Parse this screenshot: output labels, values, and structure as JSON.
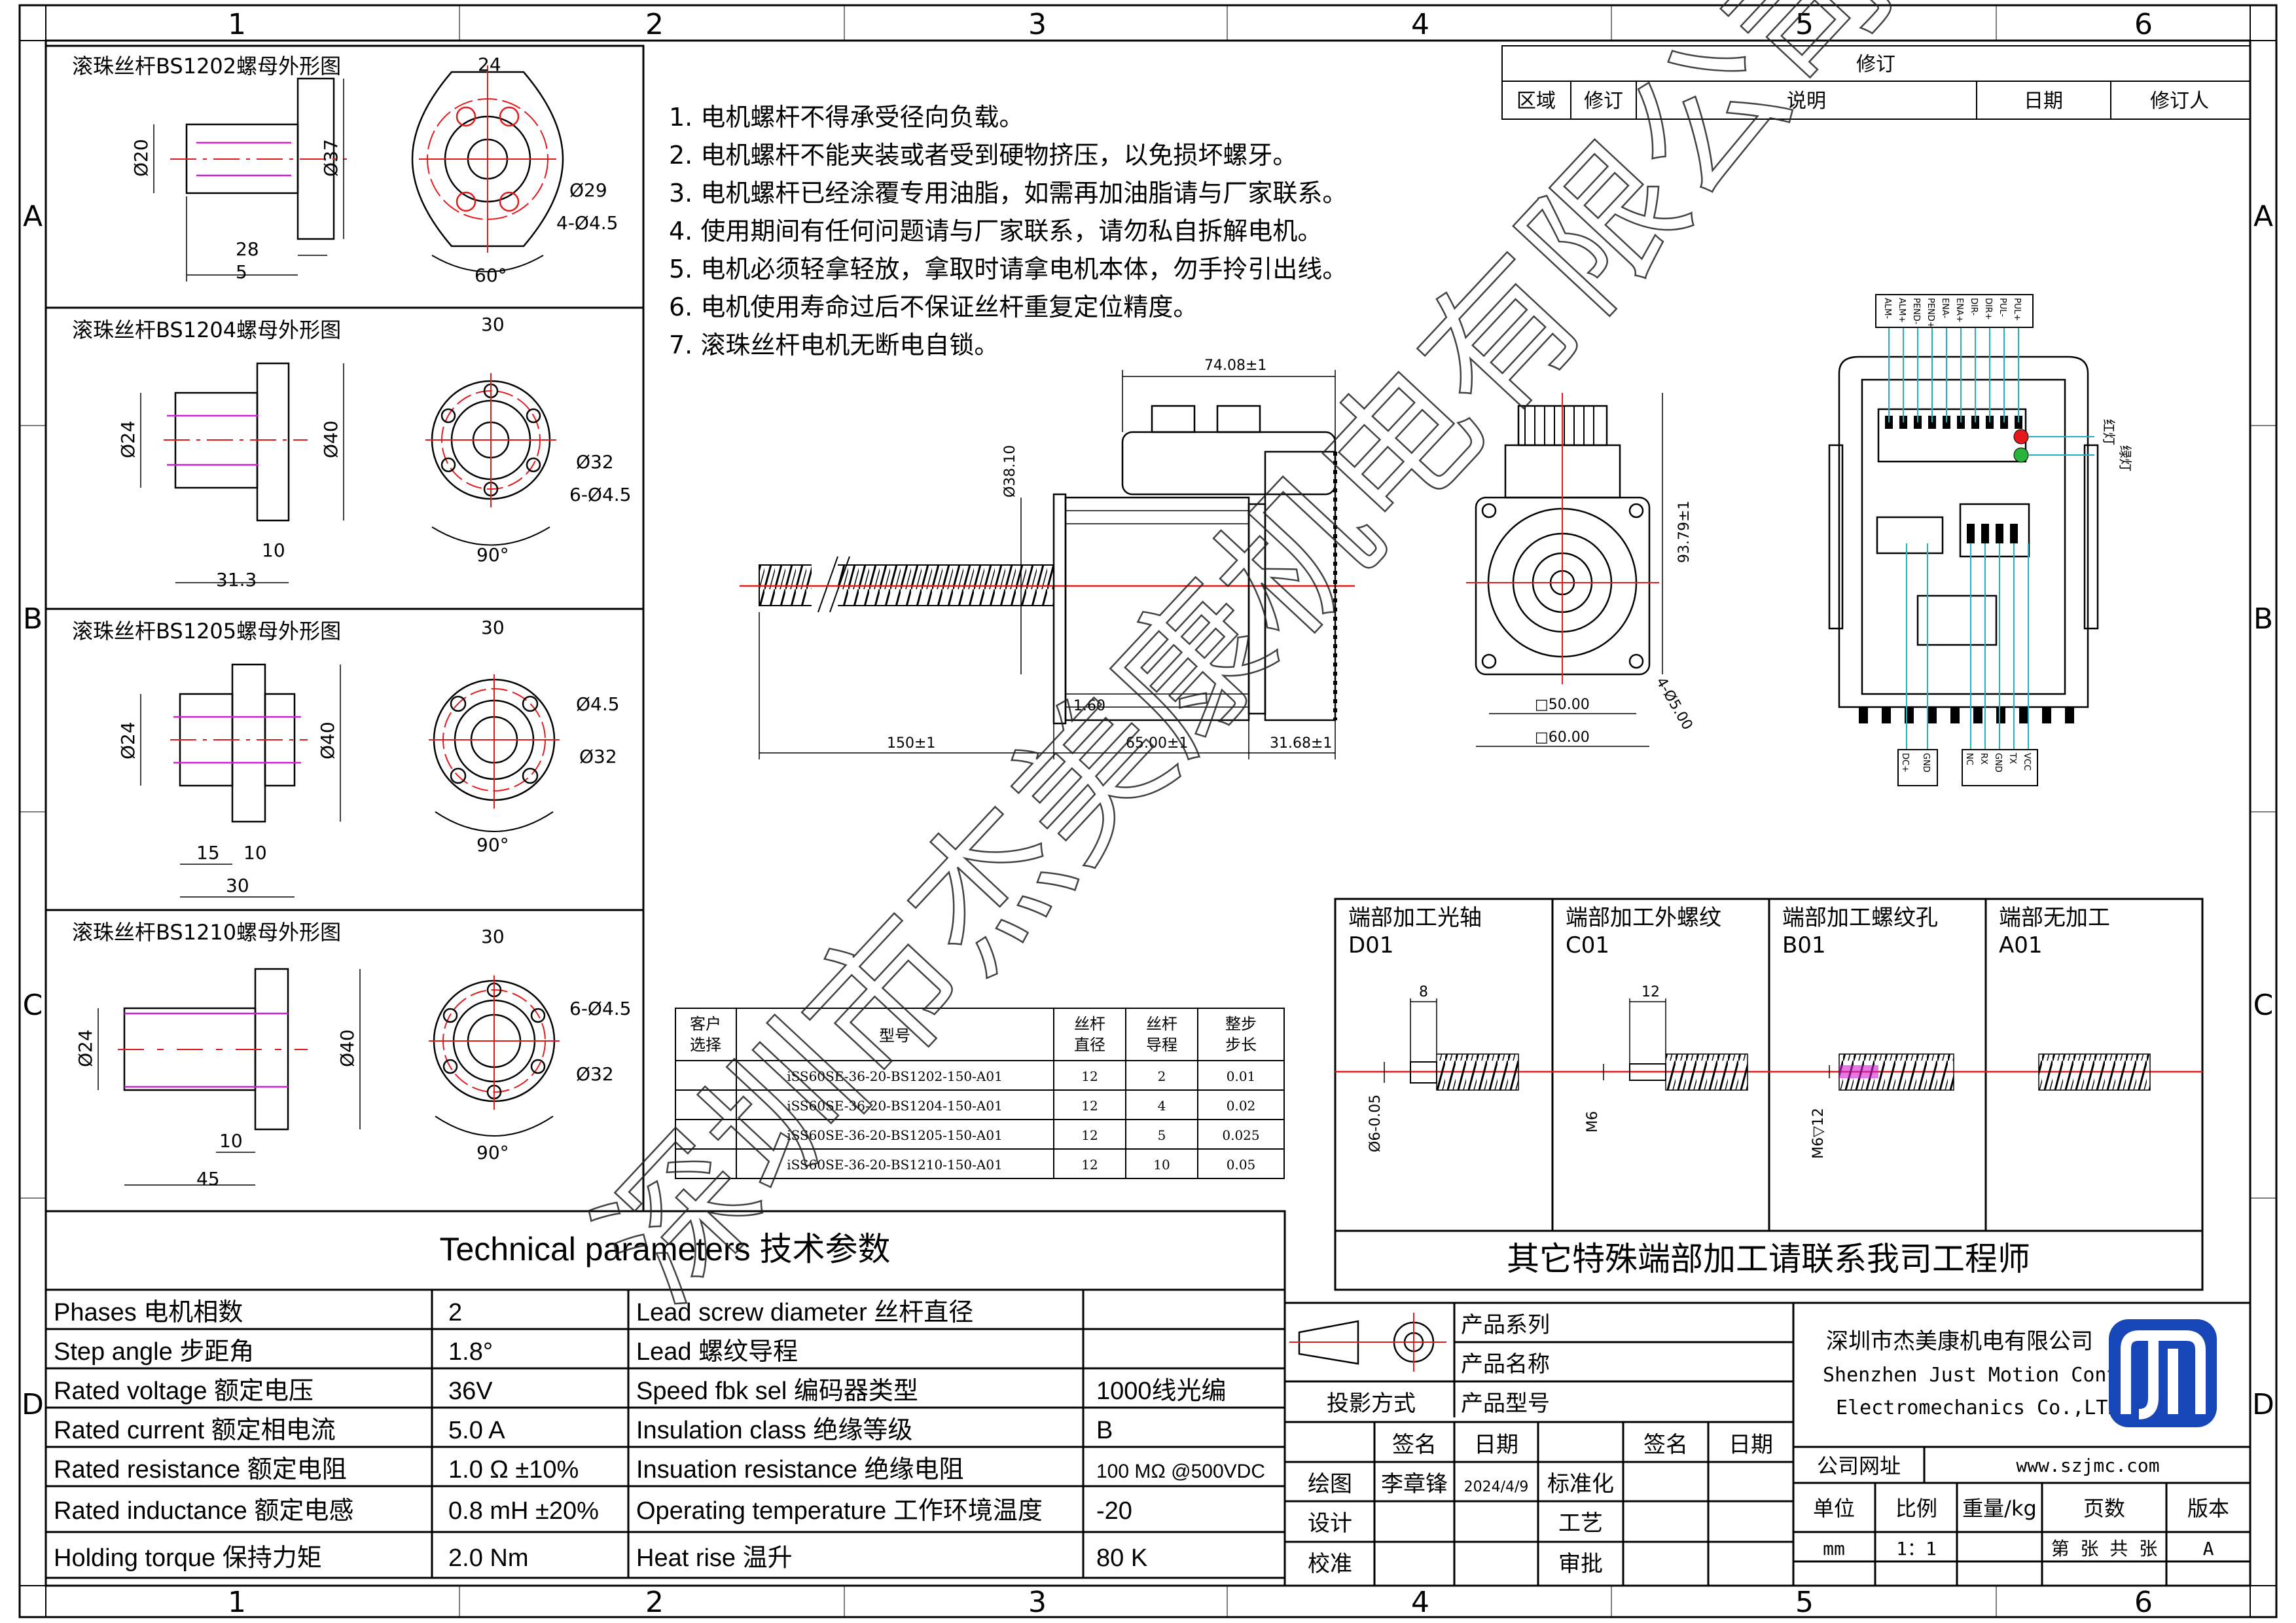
{
  "frame": {
    "col_labels": [
      "1",
      "2",
      "3",
      "4",
      "5",
      "6"
    ],
    "row_labels": [
      "A",
      "B",
      "C",
      "D"
    ]
  },
  "revision": {
    "title": "修订",
    "headers": [
      "区域",
      "修订",
      "说明",
      "日期",
      "修订人"
    ]
  },
  "notes": [
    "1.  电机螺杆不得承受径向负载。",
    "2.  电机螺杆不能夹装或者受到硬物挤压，以免损坏螺牙。",
    "3.  电机螺杆已经涂覆专用油脂，如需再加油脂请与厂家联系。",
    "4.  使用期间有任何问题请与厂家联系，请勿私自拆解电机。",
    "5.  电机必须轻拿轻放，拿取时请拿电机本体，勿手拎引出线。",
    "6.  电机使用寿命过后不保证丝杆重复定位精度。",
    "7.  滚珠丝杆电机无断电自锁。"
  ],
  "nut_panels": [
    {
      "title": "滚珠丝杆BS1202螺母外形图",
      "dims": [
        "24",
        "Ø20",
        "Ø37",
        "5",
        "28",
        "Ø29",
        "4-Ø4.5",
        "60°"
      ]
    },
    {
      "title": "滚珠丝杆BS1204螺母外形图",
      "dims": [
        "30",
        "Ø24",
        "Ø40",
        "10",
        "31.3",
        "Ø32",
        "6-Ø4.5",
        "90°"
      ]
    },
    {
      "title": "滚珠丝杆BS1205螺母外形图",
      "dims": [
        "30",
        "Ø24",
        "Ø40",
        "15",
        "10",
        "30",
        "Ø4.5",
        "Ø32",
        "90°"
      ]
    },
    {
      "title": "滚珠丝杆BS1210螺母外形图",
      "dims": [
        "30",
        "Ø24",
        "Ø40",
        "10",
        "45",
        "6-Ø4.5",
        "Ø32",
        "90°"
      ]
    }
  ],
  "main_dims": {
    "top_width": "74.08±1",
    "shaft_dia": "Ø38.10",
    "flange_t": "1.60",
    "screw_len": "150±1",
    "body_len": "65.00±1",
    "drive_len": "31.68±1",
    "height": "93.79±1",
    "bolt_sq": "□50.00",
    "body_sq": "□60.00",
    "holes": "4-Ø5.00"
  },
  "connector": {
    "top_pins": [
      "ALM-",
      "ALM+",
      "PEND-",
      "PEND+",
      "ENA-",
      "ENA+",
      "DIR-",
      "DIR+",
      "PUL-",
      "PUL+"
    ],
    "led_labels": [
      "红灯",
      "绿灯"
    ],
    "bottom_left": [
      "DC+",
      "GND"
    ],
    "bottom_right": [
      "NC",
      "RX",
      "GND",
      "TX",
      "VCC"
    ]
  },
  "model_table": {
    "headers": [
      "客户\n选择",
      "型号",
      "丝杆\n直径",
      "丝杆\n导程",
      "整步\n步长"
    ],
    "rows": [
      [
        "",
        "iSS60SE-36-20-BS1202-150-A01",
        "12",
        "2",
        "0.01"
      ],
      [
        "",
        "iSS60SE-36-20-BS1204-150-A01",
        "12",
        "4",
        "0.02"
      ],
      [
        "",
        "iSS60SE-36-20-BS1205-150-A01",
        "12",
        "5",
        "0.025"
      ],
      [
        "",
        "iSS60SE-36-20-BS1210-150-A01",
        "12",
        "10",
        "0.05"
      ]
    ]
  },
  "end_options": {
    "panels": [
      {
        "title": "端部加工光轴",
        "code": "D01",
        "dims": [
          "8",
          "Ø6-0.05"
        ]
      },
      {
        "title": "端部加工外螺纹",
        "code": "C01",
        "dims": [
          "12",
          "M6"
        ]
      },
      {
        "title": "端部加工螺纹孔",
        "code": "B01",
        "dims": [
          "M6▽12"
        ]
      },
      {
        "title": "端部无加工",
        "code": "A01",
        "dims": []
      }
    ],
    "footer": "其它特殊端部加工请联系我司工程师"
  },
  "tech": {
    "title": "Technical parameters 技术参数",
    "rows": [
      [
        "Phases 电机相数",
        "2",
        "Lead screw diameter 丝杆直径",
        ""
      ],
      [
        "Step angle 步距角",
        "1.8°",
        "Lead 螺纹导程",
        ""
      ],
      [
        "Rated voltage 额定电压",
        "36V",
        "Speed fbk sel  编码器类型",
        "1000线光编"
      ],
      [
        "Rated current 额定相电流",
        "5.0 A",
        "Insulation class 绝缘等级",
        "B"
      ],
      [
        "Rated resistance 额定电阻",
        "1.0 Ω  ±10%",
        "Insuation resistance 绝缘电阻",
        "100 MΩ @500VDC"
      ],
      [
        "Rated inductance 额定电感",
        "0.8 mH ±20%",
        "Operating temperature 工作环境温度",
        "-20"
      ],
      [
        "Holding torque 保持力矩",
        "2.0 Nm",
        "Heat rise 温升",
        "80 K"
      ]
    ]
  },
  "title_block": {
    "product_series": "产品系列",
    "product_name": "产品名称",
    "product_model": "产品型号",
    "projection": "投影方式",
    "sign": "签名",
    "date": "日期",
    "sign2": "签名",
    "date2": "日期",
    "draw": "绘图",
    "drawer": "李章锋",
    "draw_date": "2024/4/9",
    "standard": "标准化",
    "design": "设计",
    "process": "工艺",
    "check": "校准",
    "approve": "审批",
    "company_cn": "深圳市杰美康机电有限公司",
    "company_en1": "Shenzhen Just Motion Control",
    "company_en2": "Electromechanics Co.,LTD",
    "website_label": "公司网址",
    "website": "www.szjmc.com",
    "unit": "单位",
    "scale": "比例",
    "weight": "重量/kg",
    "pages": "页数",
    "version": "版本",
    "unit_val": "mm",
    "scale_val": "1：1",
    "pages_val": "第 张 共 张",
    "version_val": "A"
  },
  "watermark": "深圳市杰美康机电有限公司",
  "colors": {
    "red": "#e3191b",
    "magenta": "#d21fd2",
    "cyan": "#1fb4bd",
    "blue": "#1746b8"
  }
}
